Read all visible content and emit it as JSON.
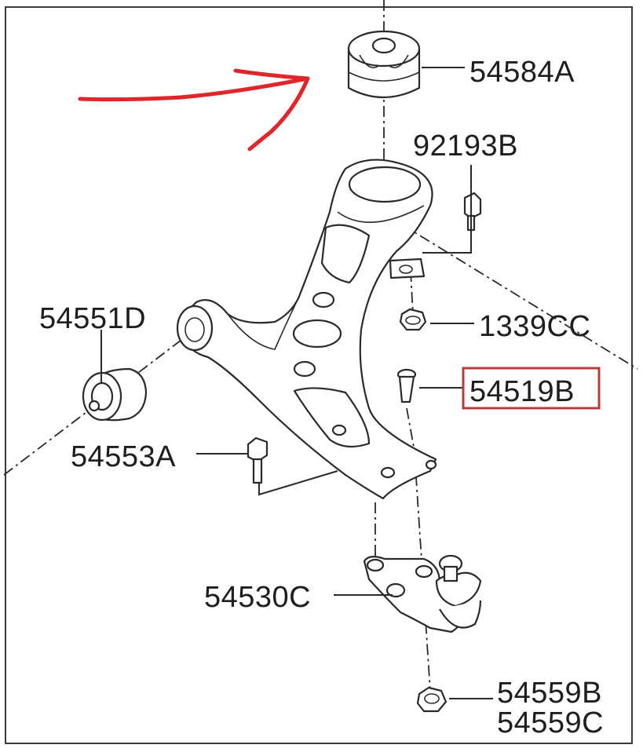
{
  "labels": {
    "p54584A": "54584A",
    "p92193B": "92193B",
    "p54551D": "54551D",
    "p1339CC": "1339CC",
    "p54519B": "54519B",
    "p54553A": "54553A",
    "p54530C": "54530C",
    "p54559B": "54559B",
    "p54559C": "54559C"
  },
  "highlighted_part": "54519B",
  "colors": {
    "highlight_box": "#b83c3c",
    "annotation_arrow": "#e0262a",
    "line": "#2a2a2a"
  }
}
